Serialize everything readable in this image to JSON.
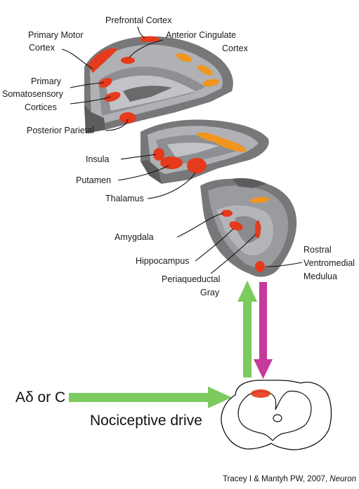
{
  "labels": {
    "prefrontal_cortex": "Prefrontal Cortex",
    "primary_motor_1": "Primary Motor",
    "primary_motor_2": "Cortex",
    "anterior_cingulate_1": "Anterior Cingulate",
    "anterior_cingulate_2": "Cortex",
    "primary_somatosensory_1": "Primary",
    "primary_somatosensory_2": "Somatosensory",
    "primary_somatosensory_3": "Cortices",
    "posterior_parietal": "Posterior Parietal",
    "insula": "Insula",
    "putamen": "Putamen",
    "thalamus": "Thalamus",
    "amygdala": "Amygdala",
    "hippocampus": "Hippocampus",
    "periaqueductal_1": "Periaqueductal",
    "periaqueductal_2": "Gray",
    "rostral_1": "Rostral",
    "rostral_2": "Ventromedial",
    "rostral_3": "Medulua"
  },
  "input": {
    "fiber_label": "Aδ or C",
    "drive_label": "Nociceptive drive"
  },
  "citation": {
    "authors": "Tracey I & Mantyh PW, 2007,",
    "journal": "Neuron"
  },
  "colors": {
    "activation_red": "#e63a1c",
    "activation_orange": "#f0951f",
    "ascending_arrow": "#7ccb5f",
    "descending_arrow": "#c53a9c",
    "brain_dark": "#6e6e70",
    "brain_light": "#b4b5b8"
  }
}
